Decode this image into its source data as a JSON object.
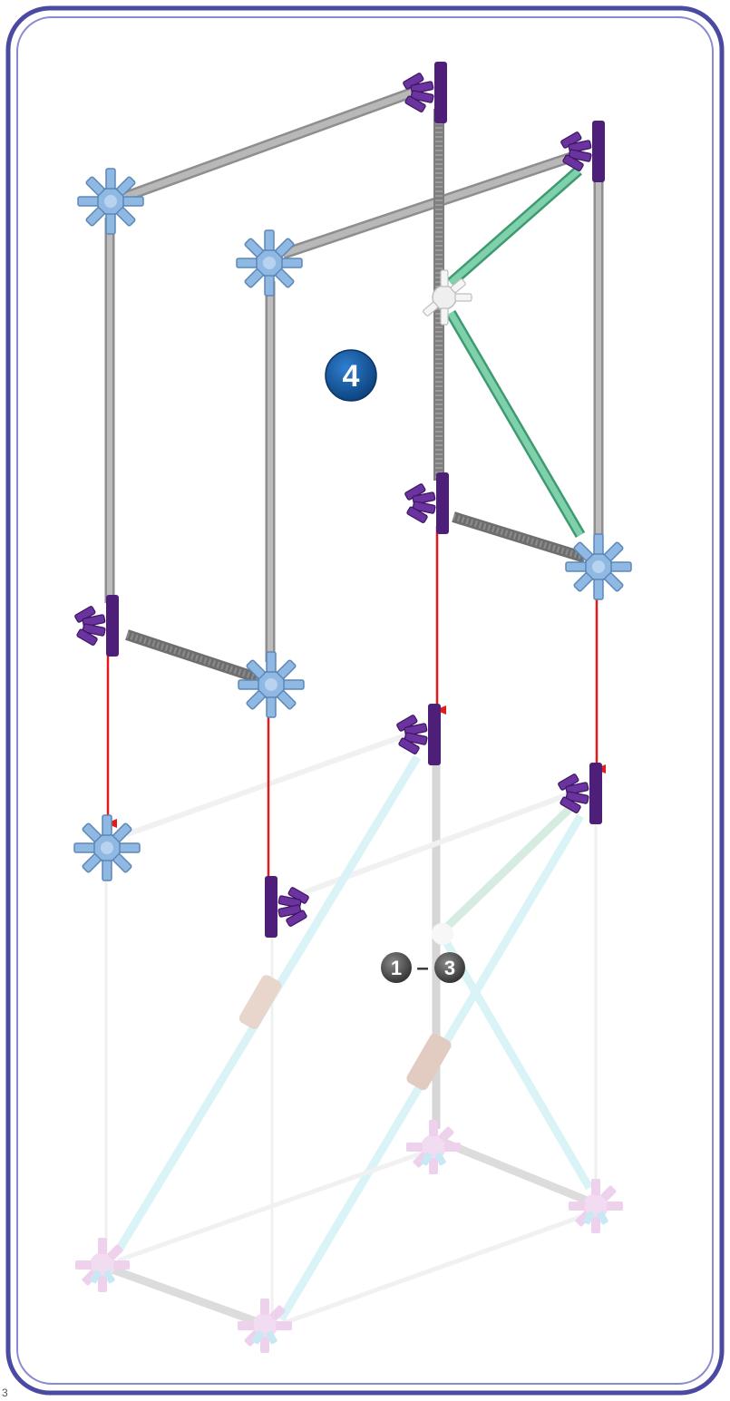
{
  "step": {
    "number": "4",
    "badge_color": "#0b4a8a"
  },
  "previous_steps": {
    "from": "1",
    "separator": "–",
    "to": "3",
    "badge_color": "#4a4a4a"
  },
  "page_corner": "3",
  "colors": {
    "frame_border": "#4b4aa3",
    "rod_gray": "#a9a9a9",
    "rod_green": "#6cbf9a",
    "connector_blue": "#7da9d8",
    "connector_purple": "#5b2a86",
    "connector_white": "#e8e8e8",
    "arrow_red": "#e11b1b",
    "ghost_light_blue": "#cfeff3",
    "ghost_pink": "#e9c9e4",
    "ghost_tan": "#dcc2b4"
  },
  "icons": {
    "blue_connector": "blue-star-connector-icon",
    "purple_connector": "purple-half-connector-icon",
    "white_connector": "white-connector-icon"
  }
}
